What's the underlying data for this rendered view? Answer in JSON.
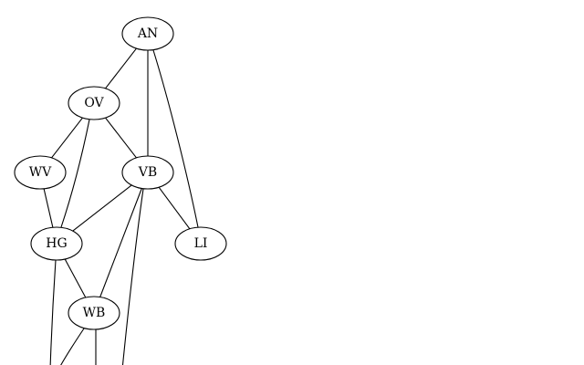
{
  "graph": {
    "nodes": [
      {
        "id": "AN",
        "label": "AN"
      },
      {
        "id": "OV",
        "label": "OV"
      },
      {
        "id": "WV",
        "label": "WV"
      },
      {
        "id": "VB",
        "label": "VB"
      },
      {
        "id": "HG",
        "label": "HG"
      },
      {
        "id": "LI",
        "label": "LI"
      },
      {
        "id": "WB",
        "label": "WB"
      }
    ],
    "edges": [
      {
        "from": "AN",
        "to": "OV"
      },
      {
        "from": "AN",
        "to": "VB"
      },
      {
        "from": "AN",
        "to": "LI"
      },
      {
        "from": "OV",
        "to": "WV"
      },
      {
        "from": "OV",
        "to": "HG"
      },
      {
        "from": "OV",
        "to": "VB"
      },
      {
        "from": "WV",
        "to": "HG"
      },
      {
        "from": "VB",
        "to": "HG"
      },
      {
        "from": "VB",
        "to": "LI"
      },
      {
        "from": "VB",
        "to": "WB"
      },
      {
        "from": "HG",
        "to": "WB"
      }
    ]
  }
}
